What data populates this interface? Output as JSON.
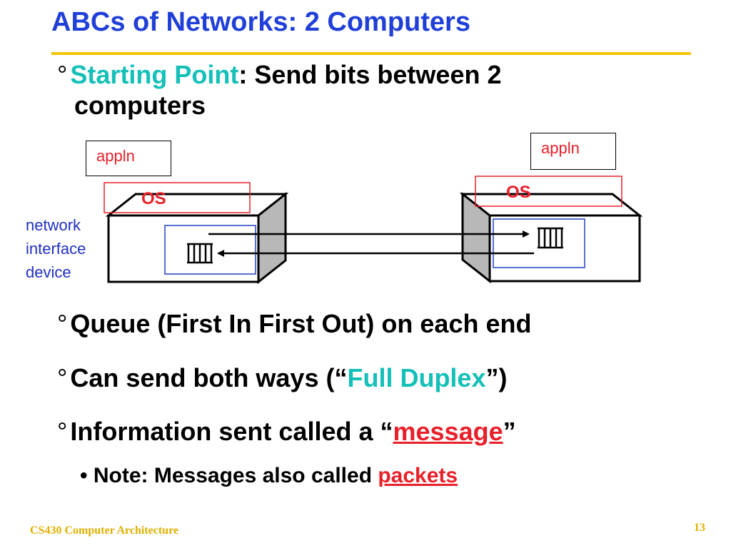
{
  "slide": {
    "title": "ABCs of Networks:  2 Computers",
    "bullets": [
      {
        "highlight": "Starting Point",
        "rest_line1": ": Send bits between 2",
        "rest_line2": "computers"
      },
      {
        "text": "Queue (First In First Out) on each end"
      },
      {
        "pre": "Can send both ways (“",
        "highlight": "Full Duplex",
        "post": "”)"
      },
      {
        "pre": "Information sent called a “",
        "highlight": "message",
        "post": "”"
      }
    ],
    "sub_bullet": {
      "pre": "Note: Messages also called ",
      "highlight": "packets"
    },
    "bullet_glyph": "°",
    "sub_glyph": "•"
  },
  "diagram": {
    "left_appln": "appln",
    "right_appln": "appln",
    "left_os": "OS",
    "right_os": "OS",
    "nid_lines": [
      "network",
      "interface",
      "device"
    ]
  },
  "footer": {
    "course": "CS430 Computer Architecture",
    "page": "13"
  },
  "colors": {
    "title": "#1f3fd8",
    "rule": "#f2c500",
    "teal": "#14c0b8",
    "red": "#e8202a",
    "footer": "#e0b000",
    "nid": "#2030c0"
  }
}
